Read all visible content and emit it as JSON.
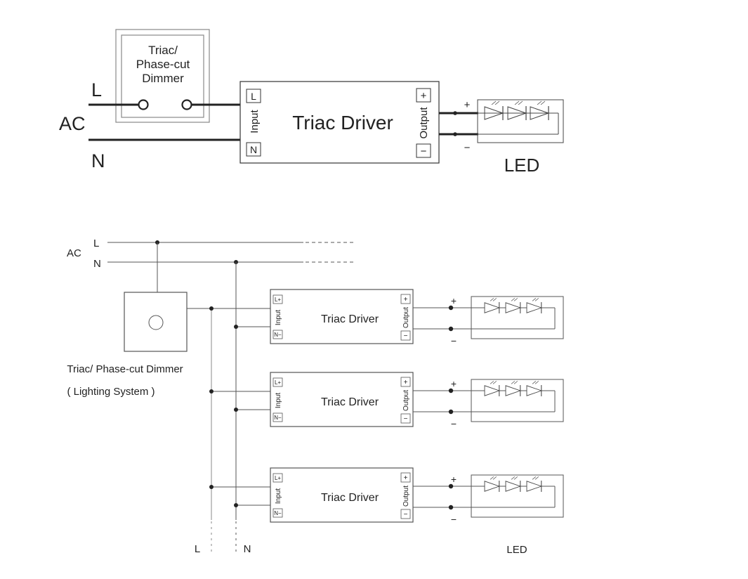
{
  "top_diagram": {
    "ac_label": "AC",
    "line_label": "L",
    "neutral_label": "N",
    "dimmer_lines": [
      "Triac/",
      "Phase-cut",
      "Dimmer"
    ],
    "driver": {
      "title": "Triac Driver",
      "input_label": "Input",
      "output_label": "Output",
      "terminal_l": "L",
      "terminal_n": "N",
      "terminal_plus": "+",
      "terminal_minus": "−"
    },
    "plus_label": "+",
    "minus_label": "−",
    "led_label": "LED"
  },
  "bottom_diagram": {
    "ac_label": "AC",
    "line_label": "L",
    "neutral_label": "N",
    "dimmer_caption": "Triac/ Phase-cut Dimmer",
    "dimmer_subcaption": "( Lighting System )",
    "drivers": [
      {
        "title": "Triac Driver",
        "input_label": "Input",
        "output_label": "Output",
        "terminal_l": "L+",
        "terminal_n": "N−",
        "terminal_plus": "+",
        "terminal_minus": "−"
      },
      {
        "title": "Triac Driver",
        "input_label": "Input",
        "output_label": "Output",
        "terminal_l": "L+",
        "terminal_n": "N−",
        "terminal_plus": "+",
        "terminal_minus": "−"
      },
      {
        "title": "Triac Driver",
        "input_label": "Input",
        "output_label": "Output",
        "terminal_l": "L+",
        "terminal_n": "N−",
        "terminal_plus": "+",
        "terminal_minus": "−"
      }
    ],
    "plus_label": "+",
    "minus_label": "−",
    "bus_l_label": "L",
    "bus_n_label": "N",
    "led_label": "LED"
  }
}
